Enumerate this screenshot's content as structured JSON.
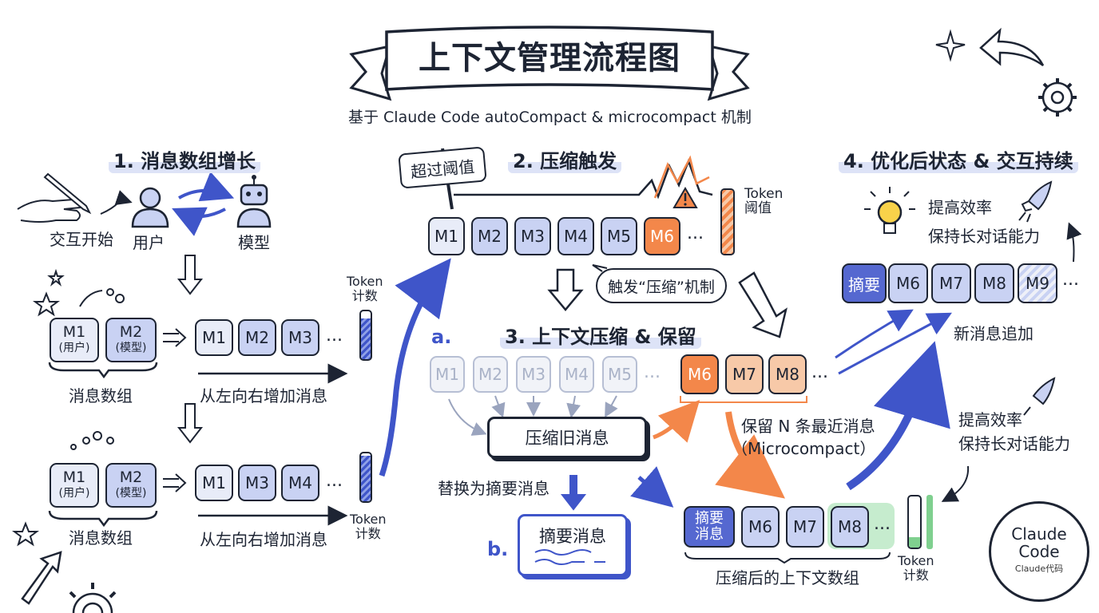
{
  "header": {
    "title": "上下文管理流程图",
    "subtitle": "基于 Claude Code autoCompact & microcompact 机制"
  },
  "sections": {
    "s1": "1. 消息数组增长",
    "s2": "2. 压缩触发",
    "s3": "3. 上下文压缩 & 保留",
    "s4": "4. 优化后状态 & 交互持续"
  },
  "stage1": {
    "start": "交互开始",
    "user": "用户",
    "model": "模型",
    "array_label": "消息数组",
    "grow_label": "从左向右增加消息",
    "token_label": "Token\n计数",
    "pair": [
      {
        "id": "M1",
        "role": "(用户)"
      },
      {
        "id": "M2",
        "role": "(模型)"
      }
    ],
    "row_a": [
      "M1",
      "M2",
      "M3",
      "..."
    ],
    "row_b": [
      "M1",
      "M3",
      "M4",
      "..."
    ],
    "token_level_a": 0.85,
    "token_level_b": 0.95
  },
  "stage2": {
    "sign": "超过阈值",
    "threshold_label": "Token\n阈值",
    "messages": [
      "M1",
      "M2",
      "M3",
      "M4",
      "M5",
      "M6",
      "..."
    ],
    "trigger": "触发“压缩”机制"
  },
  "stage3": {
    "marker_a": "a.",
    "marker_b": "b.",
    "old_messages": [
      "M1",
      "M2",
      "M3",
      "M4",
      "M5",
      "..."
    ],
    "recent_messages": [
      "M6",
      "M7",
      "M8",
      "..."
    ],
    "compress_old": "压缩旧消息",
    "replace": "替换为摘要消息",
    "summary_card": "摘要消息",
    "keep": "保留 N 条最近消息",
    "keep_sub": "（Microcompact）",
    "compressed": {
      "summary": "摘要\n消息",
      "messages": [
        "M6",
        "M7",
        "M8",
        "..."
      ],
      "label": "压缩后的上下文数组",
      "token_label": "Token\n计数",
      "token_level": 0.2
    }
  },
  "stage4": {
    "benefit_1": "提高效率",
    "benefit_2": "保持长对话能力",
    "summary": "摘要",
    "messages": [
      "M6",
      "M7",
      "M8",
      "M9",
      "..."
    ],
    "new_label": "新消息追加",
    "benefit_3": "提高效率",
    "benefit_4": "保持长对话能力"
  },
  "seal": {
    "line1": "Claude",
    "line2": "Code",
    "line3": "Claude代码"
  },
  "colors": {
    "ink": "#1d2433",
    "blue": "#c9d2f3",
    "accent_blue": "#3f55c9",
    "orange": "#f3874a",
    "peach": "#f7c9a8",
    "green": "#7fd08f"
  }
}
